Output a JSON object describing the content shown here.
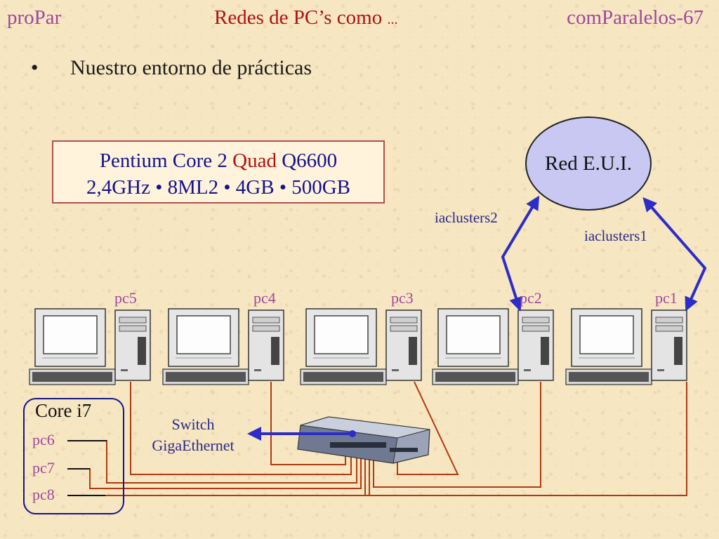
{
  "header": {
    "left": "proPar",
    "center": "Redes de PC’s como",
    "center_dots": "...",
    "right": "comParalelos-67"
  },
  "bullet": {
    "marker": "•",
    "text": "Nuestro entorno de prácticas"
  },
  "specs": {
    "line1_a": "Pentium Core 2 ",
    "line1_b": "Quad",
    "line1_c": " Q6600",
    "line2": "2,4GHz • 8ML2 • 4GB • 500GB"
  },
  "network": {
    "label": "Red E.U.I.",
    "link2": "iaclusters2",
    "link1": "iaclusters1"
  },
  "pcs": [
    "pc5",
    "pc4",
    "pc3",
    "pc2",
    "pc1"
  ],
  "core": {
    "title": "Core i7",
    "pcs": [
      "pc6",
      "pc7",
      "pc8"
    ]
  },
  "switch": {
    "line1": "Switch",
    "line2": "GigaEthernet"
  },
  "colors": {
    "cable": "#b23a10",
    "link": "#2c2cc8",
    "header_side": "#a0479e",
    "header_center": "#b01212"
  }
}
